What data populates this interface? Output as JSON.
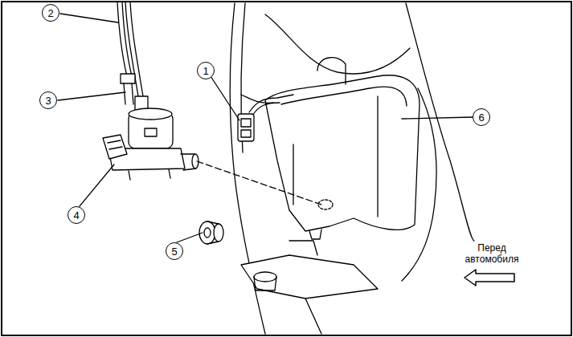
{
  "diagram": {
    "labels": [
      "1",
      "2",
      "3",
      "4",
      "5",
      "6",
      "Перед автомобиля"
    ]
  }
}
